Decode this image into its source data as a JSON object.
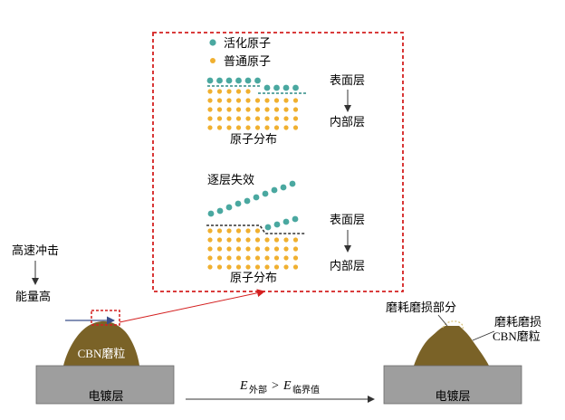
{
  "legend": {
    "active_atom": "活化原子",
    "normal_atom": "普通原子"
  },
  "upper_panel": {
    "surface_layer": "表面层",
    "inner_layer": "内部层",
    "caption": "原子分布"
  },
  "lower_panel": {
    "failure_label": "逐层失效",
    "surface_layer": "表面层",
    "inner_layer": "内部层",
    "caption": "原子分布"
  },
  "left_side": {
    "impact_label": "高速冲击",
    "energy_label": "能量高",
    "grain_label": "CBN磨粒",
    "plating_label": "电镀层"
  },
  "transition": {
    "e_symbol_1": "E",
    "sub_outer": "外部",
    "gt": ">",
    "e_symbol_2": "E",
    "sub_critical": "临界值"
  },
  "right_side": {
    "worn_part_label": "磨耗磨损部分",
    "worn_grain_line1": "磨耗磨损",
    "worn_grain_line2": "CBN磨粒",
    "plating_label": "电镀层"
  },
  "colors": {
    "active_atom": "#4aa8a0",
    "normal_atom": "#f0b030",
    "grain": "#7a6227",
    "plating": "#9e9e9e",
    "detail_frame": "#d42020",
    "boundary": "#333333"
  }
}
